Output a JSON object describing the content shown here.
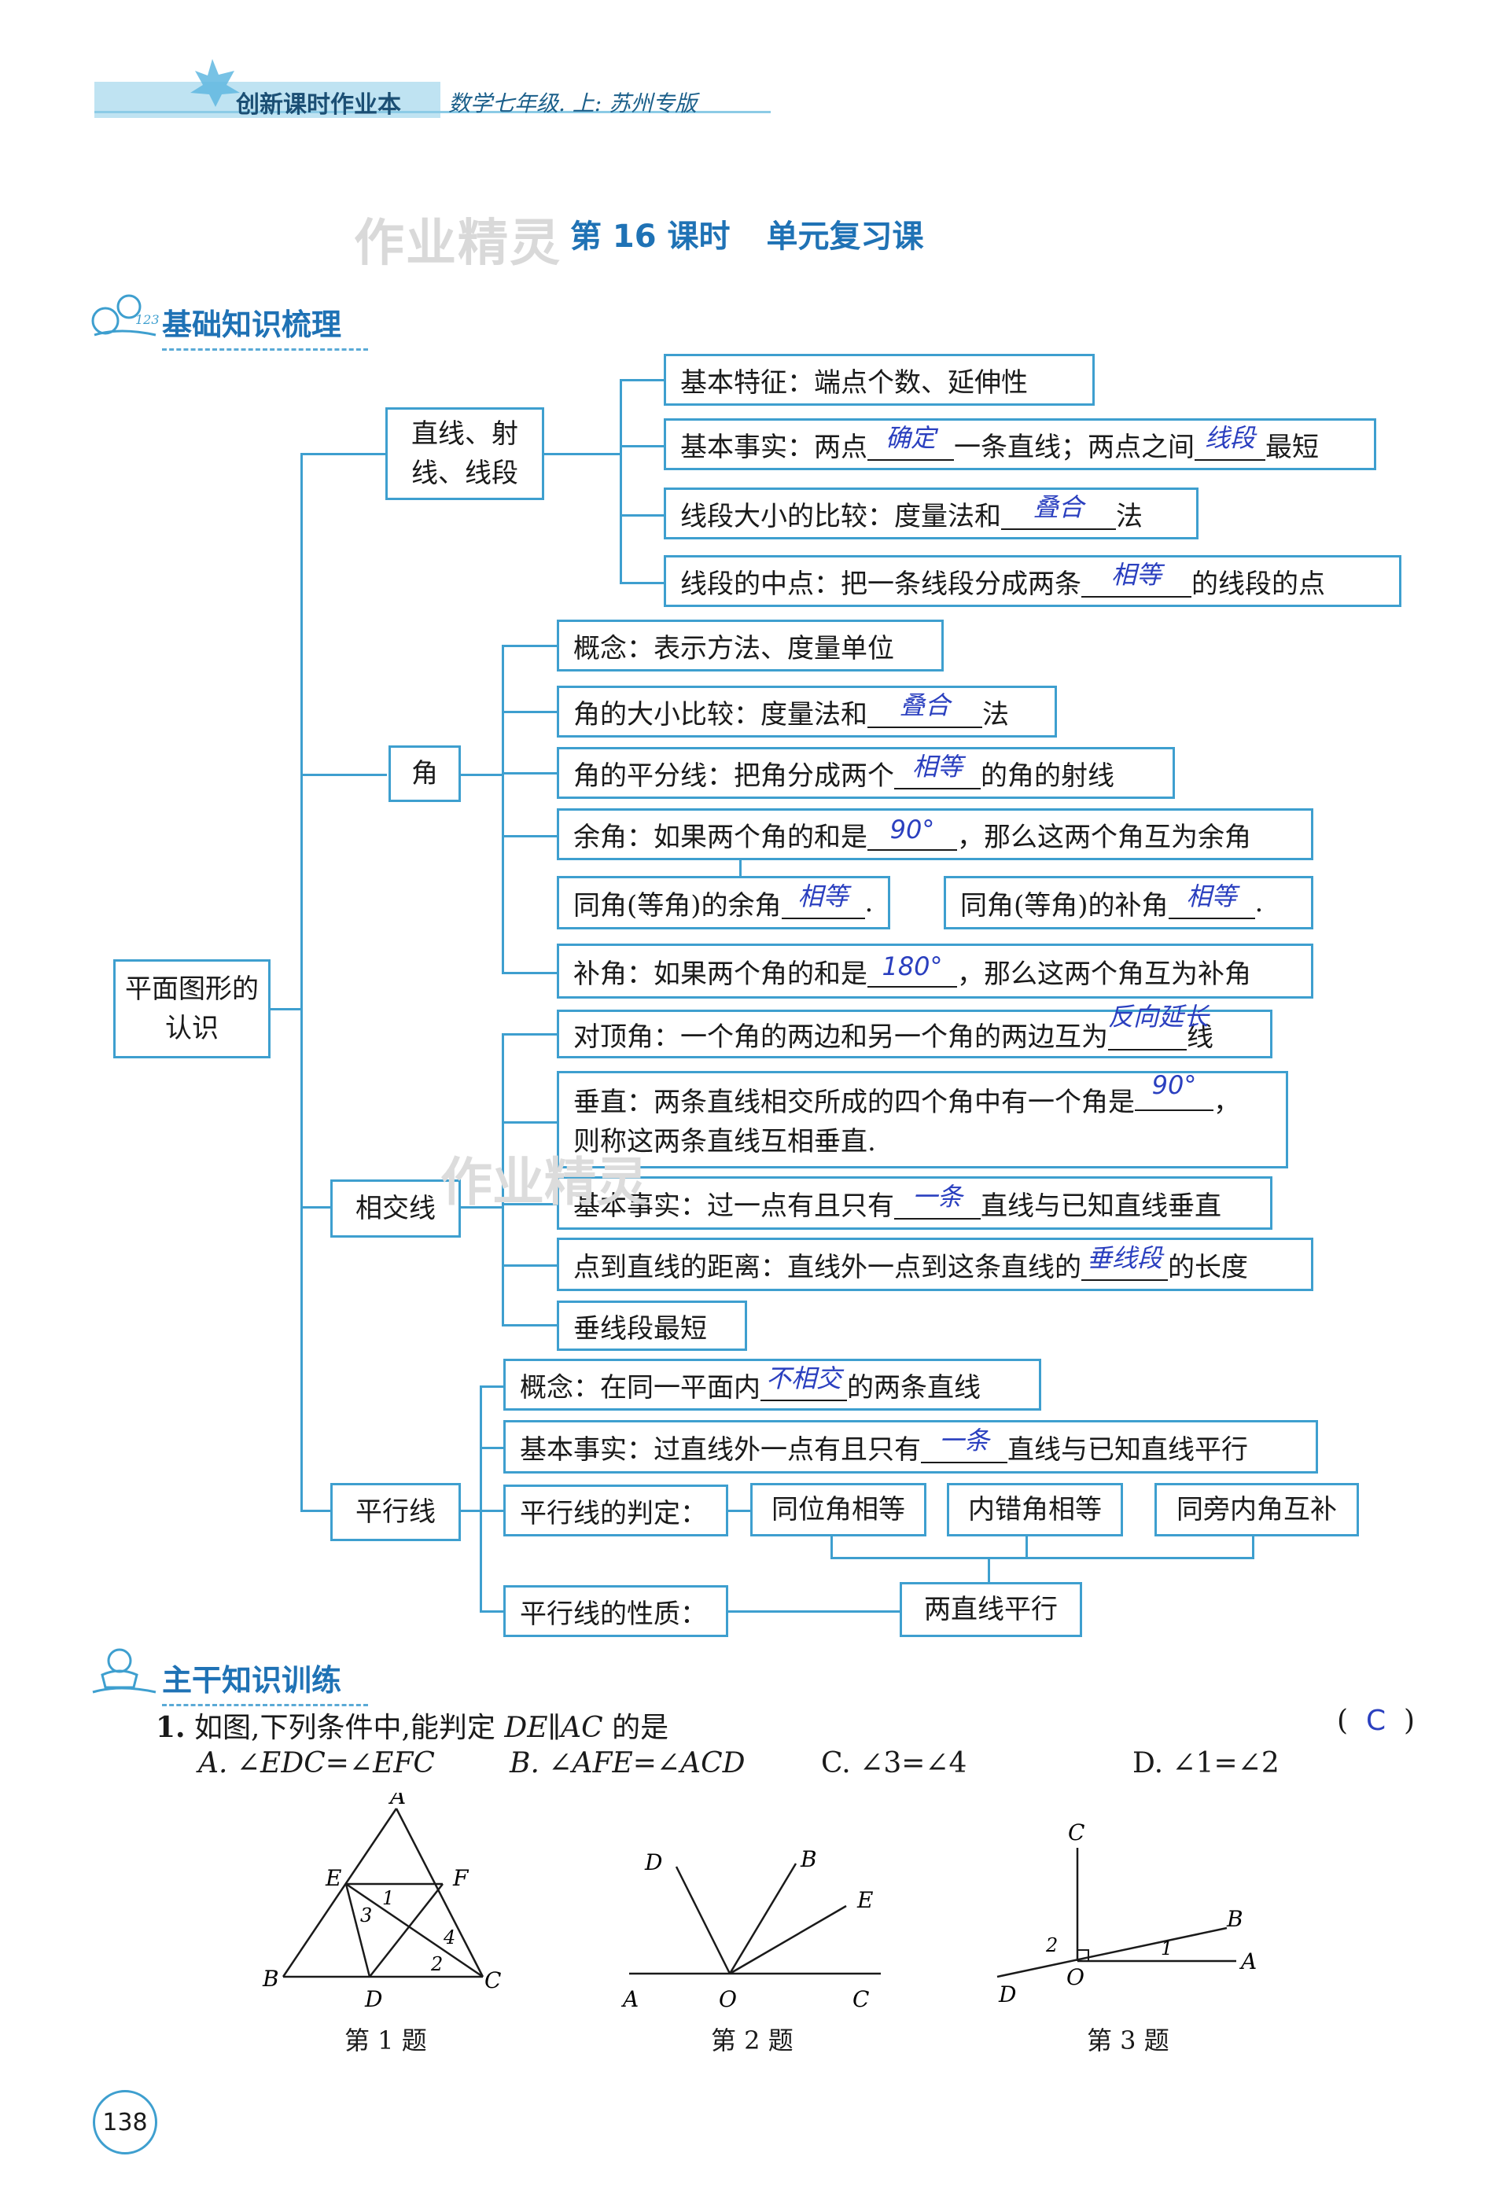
{
  "header": {
    "book": "创新课时作业本",
    "subject": "数学七年级. 上: 苏州专版"
  },
  "title": {
    "watermark": "作业精灵",
    "lesson": "第 16 课时",
    "topic": "单元复习课"
  },
  "sections": {
    "s1": "基础知识梳理",
    "s2": "主干知识训练"
  },
  "map": {
    "root": "平面图形的认识",
    "lines": {
      "label": "直线、射线、线段",
      "b1": "基本特征：端点个数、延伸性",
      "b2_a": "基本事实：两点",
      "b2_ans1": "确定",
      "b2_b": "一条直线；两点之间",
      "b2_ans2": "线段",
      "b2_c": "最短",
      "b3_a": "线段大小的比较：度量法和",
      "b3_ans": "叠合",
      "b3_b": "法",
      "b4_a": "线段的中点：把一条线段分成两条",
      "b4_ans": "相等",
      "b4_b": "的线段的点"
    },
    "angle": {
      "label": "角",
      "b1": "概念：表示方法、度量单位",
      "b2_a": "角的大小比较：度量法和",
      "b2_ans": "叠合",
      "b2_b": "法",
      "b3_a": "角的平分线：把角分成两个",
      "b3_ans": "相等",
      "b3_b": "的角的射线",
      "b4_a": "余角：如果两个角的和是",
      "b4_ans": "90°",
      "b4_b": "，那么这两个角互为余角",
      "b5_a": "同角(等角)的余角",
      "b5_ans": "相等",
      "b5_b": ".",
      "b6_a": "同角(等角)的补角",
      "b6_ans": "相等",
      "b6_b": ".",
      "b7_a": "补角：如果两个角的和是",
      "b7_ans": "180°",
      "b7_b": "，那么这两个角互为补角"
    },
    "intersect": {
      "label": "相交线",
      "b1_a": "对顶角：一个角的两边和另一个角的两边互为",
      "b1_ans": "反向延长",
      "b1_b": "线",
      "b2_a": "垂直：两条直线相交所成的四个角中有一个角是",
      "b2_ans": "90°",
      "b2_b": "，",
      "b2_c": "则称这两条直线互相垂直.",
      "b3_a": "基本事实：过一点有且只有",
      "b3_ans": "一条",
      "b3_b": "直线与已知直线垂直",
      "b4_a": "点到直线的距离：直线外一点到这条直线的",
      "b4_ans": "垂线段",
      "b4_b": "的长度",
      "b5": "垂线段最短"
    },
    "parallel": {
      "label": "平行线",
      "b1_a": "概念：在同一平面内",
      "b1_ans": "不相交",
      "b1_b": "的两条直线",
      "b2_a": "基本事实：过直线外一点有且只有",
      "b2_ans": "一条",
      "b2_b": "直线与已知直线平行",
      "b3": "平行线的判定：",
      "c1": "同位角相等",
      "c2": "内错角相等",
      "c3": "同旁内角互补",
      "b4": "平行线的性质：",
      "c4": "两直线平行"
    },
    "watermark2": "作业精灵"
  },
  "question": {
    "num": "1.",
    "stem_a": "如图,下列条件中,能判定",
    "stem_expr": "DE∥AC",
    "stem_b": "的是",
    "bracket_l": "(",
    "answer": "C",
    "bracket_r": ")",
    "options": [
      "A. ∠EDC=∠EFC",
      "B. ∠AFE=∠ACD",
      "C. ∠3=∠4",
      "D. ∠1=∠2"
    ]
  },
  "figures": {
    "f1": {
      "caption": "第 1 题",
      "labels": [
        "A",
        "E",
        "F",
        "B",
        "D",
        "C",
        "1",
        "2",
        "3",
        "4"
      ]
    },
    "f2": {
      "caption": "第 2 题",
      "labels": [
        "D",
        "B",
        "E",
        "A",
        "O",
        "C"
      ]
    },
    "f3": {
      "caption": "第 3 题",
      "labels": [
        "C",
        "B",
        "A",
        "D",
        "O",
        "1",
        "2"
      ]
    }
  },
  "page_number": "138"
}
